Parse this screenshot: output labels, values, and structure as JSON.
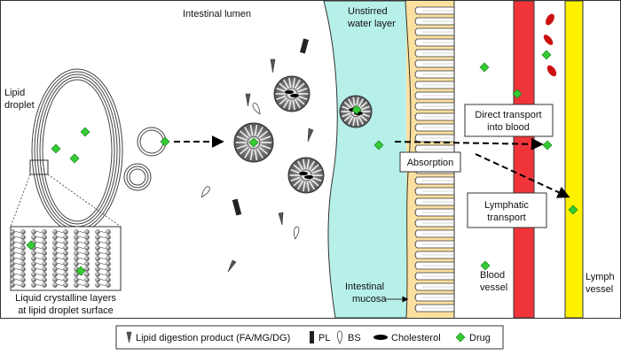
{
  "labels": {
    "lumen": "Intestinal lumen",
    "uwl_line1": "Unstirred",
    "uwl_line2": "water layer",
    "lipid_line1": "Lipid",
    "lipid_line2": "droplet",
    "lc_line1": "Liquid crystalline layers",
    "lc_line2": "at lipid droplet surface",
    "mucosa_line1": "Intestinal",
    "mucosa_line2": "mucosa",
    "absorption": "Absorption",
    "direct_line1": "Direct transport",
    "direct_line2": "into blood",
    "lymphatic_line1": "Lymphatic",
    "lymphatic_line2": "transport",
    "blood_line1": "Blood",
    "blood_line2": "vessel",
    "lymph_line1": "Lymph",
    "lymph_line2": "vessel"
  },
  "legend": {
    "digestion_product": "Lipid digestion product (FA/MG/DG)",
    "pl": "PL",
    "bs": "BS",
    "cholesterol": "Cholesterol",
    "drug": "Drug"
  },
  "colors": {
    "uwl": "#b6f0e9",
    "mucosa": "#fbe0a0",
    "blood": "#f0353a",
    "lymph": "#fff200",
    "drug": "#33cc33",
    "rbc": "#cc1010"
  },
  "icons": [
    "wedge-icon",
    "bar-icon",
    "teardrop-icon",
    "ellipse-icon",
    "diamond-icon",
    "dashed-arrow-icon"
  ]
}
